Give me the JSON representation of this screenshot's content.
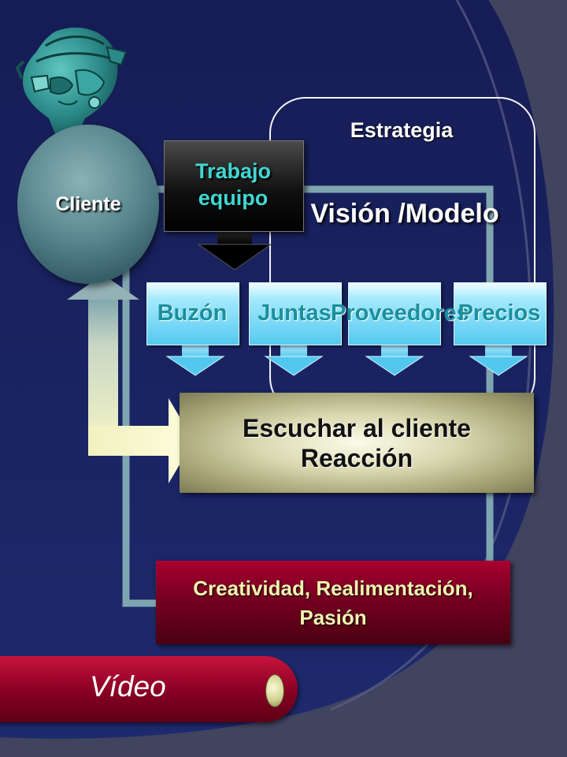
{
  "diagram": {
    "estrategia": "Estrategia",
    "vision": "Visión /Modelo",
    "cliente": "Cliente",
    "trabajo_equipo": [
      "Trabajo",
      "equipo"
    ],
    "inputs": [
      "Buzón",
      "Juntas",
      "Proveedores",
      "Precios"
    ],
    "escuchar": [
      "Escuchar al cliente",
      "Reacción"
    ],
    "creatividad": [
      "Creatividad, Realimentación,",
      "Pasión"
    ]
  },
  "video_button": {
    "label": "Vídeo"
  },
  "colors": {
    "background_dark": "#1a2160",
    "accent_teal": "#3fd8d4",
    "input_blue": "#7fdcf8",
    "creatividad_red": "#7a0022",
    "escuchar_khaki": "#c9c79a"
  },
  "icons": {
    "statue": "mayan-statue-head-icon"
  }
}
